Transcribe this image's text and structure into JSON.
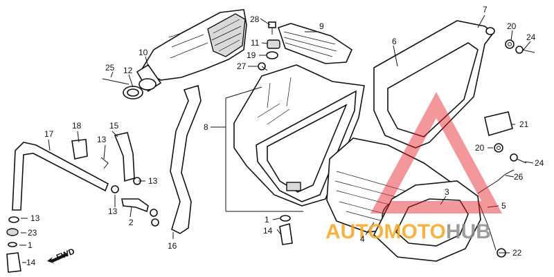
{
  "callouts": [
    {
      "id": "c1",
      "text": "28"
    },
    {
      "id": "c2",
      "text": "9"
    },
    {
      "id": "c3",
      "text": "7"
    },
    {
      "id": "c4",
      "text": "20"
    },
    {
      "id": "c5",
      "text": "24"
    },
    {
      "id": "c6",
      "text": "10"
    },
    {
      "id": "c7",
      "text": "11"
    },
    {
      "id": "c8",
      "text": "19"
    },
    {
      "id": "c9",
      "text": "27"
    },
    {
      "id": "c10",
      "text": "6"
    },
    {
      "id": "c11",
      "text": "25"
    },
    {
      "id": "c12",
      "text": "12"
    },
    {
      "id": "c13",
      "text": "8"
    },
    {
      "id": "c14",
      "text": "21"
    },
    {
      "id": "c15",
      "text": "17"
    },
    {
      "id": "c16",
      "text": "18"
    },
    {
      "id": "c17",
      "text": "15"
    },
    {
      "id": "c18",
      "text": "13"
    },
    {
      "id": "c19",
      "text": "20"
    },
    {
      "id": "c20",
      "text": "24"
    },
    {
      "id": "c21",
      "text": "13"
    },
    {
      "id": "c22",
      "text": "26"
    },
    {
      "id": "c23",
      "text": "3"
    },
    {
      "id": "c24",
      "text": "13"
    },
    {
      "id": "c25",
      "text": "2"
    },
    {
      "id": "c26",
      "text": "5"
    },
    {
      "id": "c27",
      "text": "13"
    },
    {
      "id": "c28",
      "text": "1"
    },
    {
      "id": "c29",
      "text": "23"
    },
    {
      "id": "c30",
      "text": "14"
    },
    {
      "id": "c31",
      "text": "4"
    },
    {
      "id": "c32",
      "text": "1"
    },
    {
      "id": "c33",
      "text": "16"
    },
    {
      "id": "c34",
      "text": "22"
    },
    {
      "id": "c35",
      "text": "14"
    }
  ],
  "front_marker": "FWD",
  "watermark": {
    "text": "AUTOMOTOHUB",
    "color_orange": "#f5a623",
    "color_gray": "#8c8c8c",
    "color_red": "#e8202a"
  }
}
